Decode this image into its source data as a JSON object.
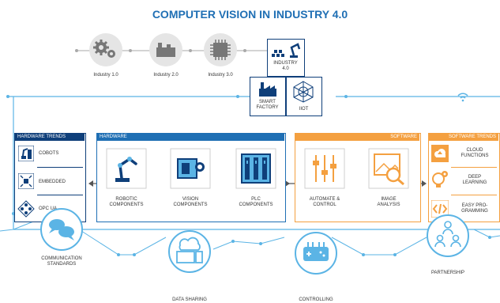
{
  "title": "COMPUTER VISION IN INDUSTRY 4.0",
  "colors": {
    "blue": "#1f6fb4",
    "lightblue": "#5bb4e5",
    "orange": "#f4a040",
    "darkblue": "#0f3f7a",
    "grey": "#a9a9a9"
  },
  "evolution": [
    {
      "label": "Industry 1.0",
      "icon": "gears-icon"
    },
    {
      "label": "Industry 2.0",
      "icon": "factory-icon"
    },
    {
      "label": "Industry 3.0",
      "icon": "chip-icon"
    }
  ],
  "industry40": {
    "line1": "INDUSTRY",
    "line2": "4.0",
    "icon": "robot-arm-icon"
  },
  "smart_factory": {
    "line1": "SMART",
    "line2": "FACTORY",
    "icon": "smart-factory-icon"
  },
  "iiot": {
    "label": "IIOT",
    "icon": "network-icon"
  },
  "hardware_trends": {
    "header": "HARDWARE TRENDS",
    "items": [
      {
        "label": "COBOTS",
        "icon": "cobot-icon"
      },
      {
        "label": "EMBEDDED",
        "icon": "embedded-icon"
      },
      {
        "label": "OPC UA",
        "icon": "opcua-icon"
      }
    ]
  },
  "hardware": {
    "header": "HARDWARE",
    "items": [
      {
        "line1": "ROBOTIC",
        "line2": "COMPONENTS",
        "icon": "robot-arm-icon"
      },
      {
        "line1": "VISION",
        "line2": "COMPONENTS",
        "icon": "camera-icon"
      },
      {
        "line1": "PLC",
        "line2": "COMPONENTS",
        "icon": "plc-icon"
      }
    ]
  },
  "software": {
    "header": "SOFTWARE",
    "items": [
      {
        "line1": "AUTOMATE &",
        "line2": "CONTROL",
        "icon": "sliders-icon"
      },
      {
        "line1": "IMAGE",
        "line2": "ANALYSIS",
        "icon": "image-search-icon"
      }
    ]
  },
  "software_trends": {
    "header": "SOFTWARE TRENDS",
    "items": [
      {
        "line1": "CLOUD",
        "line2": "FUNCTIONS",
        "icon": "cloud-upload-icon"
      },
      {
        "line1": "DEEP",
        "line2": "LEARNING",
        "icon": "lightbulb-gear-icon"
      },
      {
        "line1": "EASY PRO-",
        "line2": "GRAMMING",
        "icon": "code-icon"
      }
    ]
  },
  "bottom": [
    {
      "line1": "COMMUNICATION",
      "line2": "STANDARDS",
      "icon": "chat-icon"
    },
    {
      "line1": "DATA SHARING",
      "line2": "",
      "icon": "cloud-devices-icon"
    },
    {
      "line1": "CONTROLLING",
      "line2": "",
      "icon": "controller-icon"
    },
    {
      "line1": "PARTNERSHIP",
      "line2": "",
      "icon": "people-icon"
    }
  ]
}
